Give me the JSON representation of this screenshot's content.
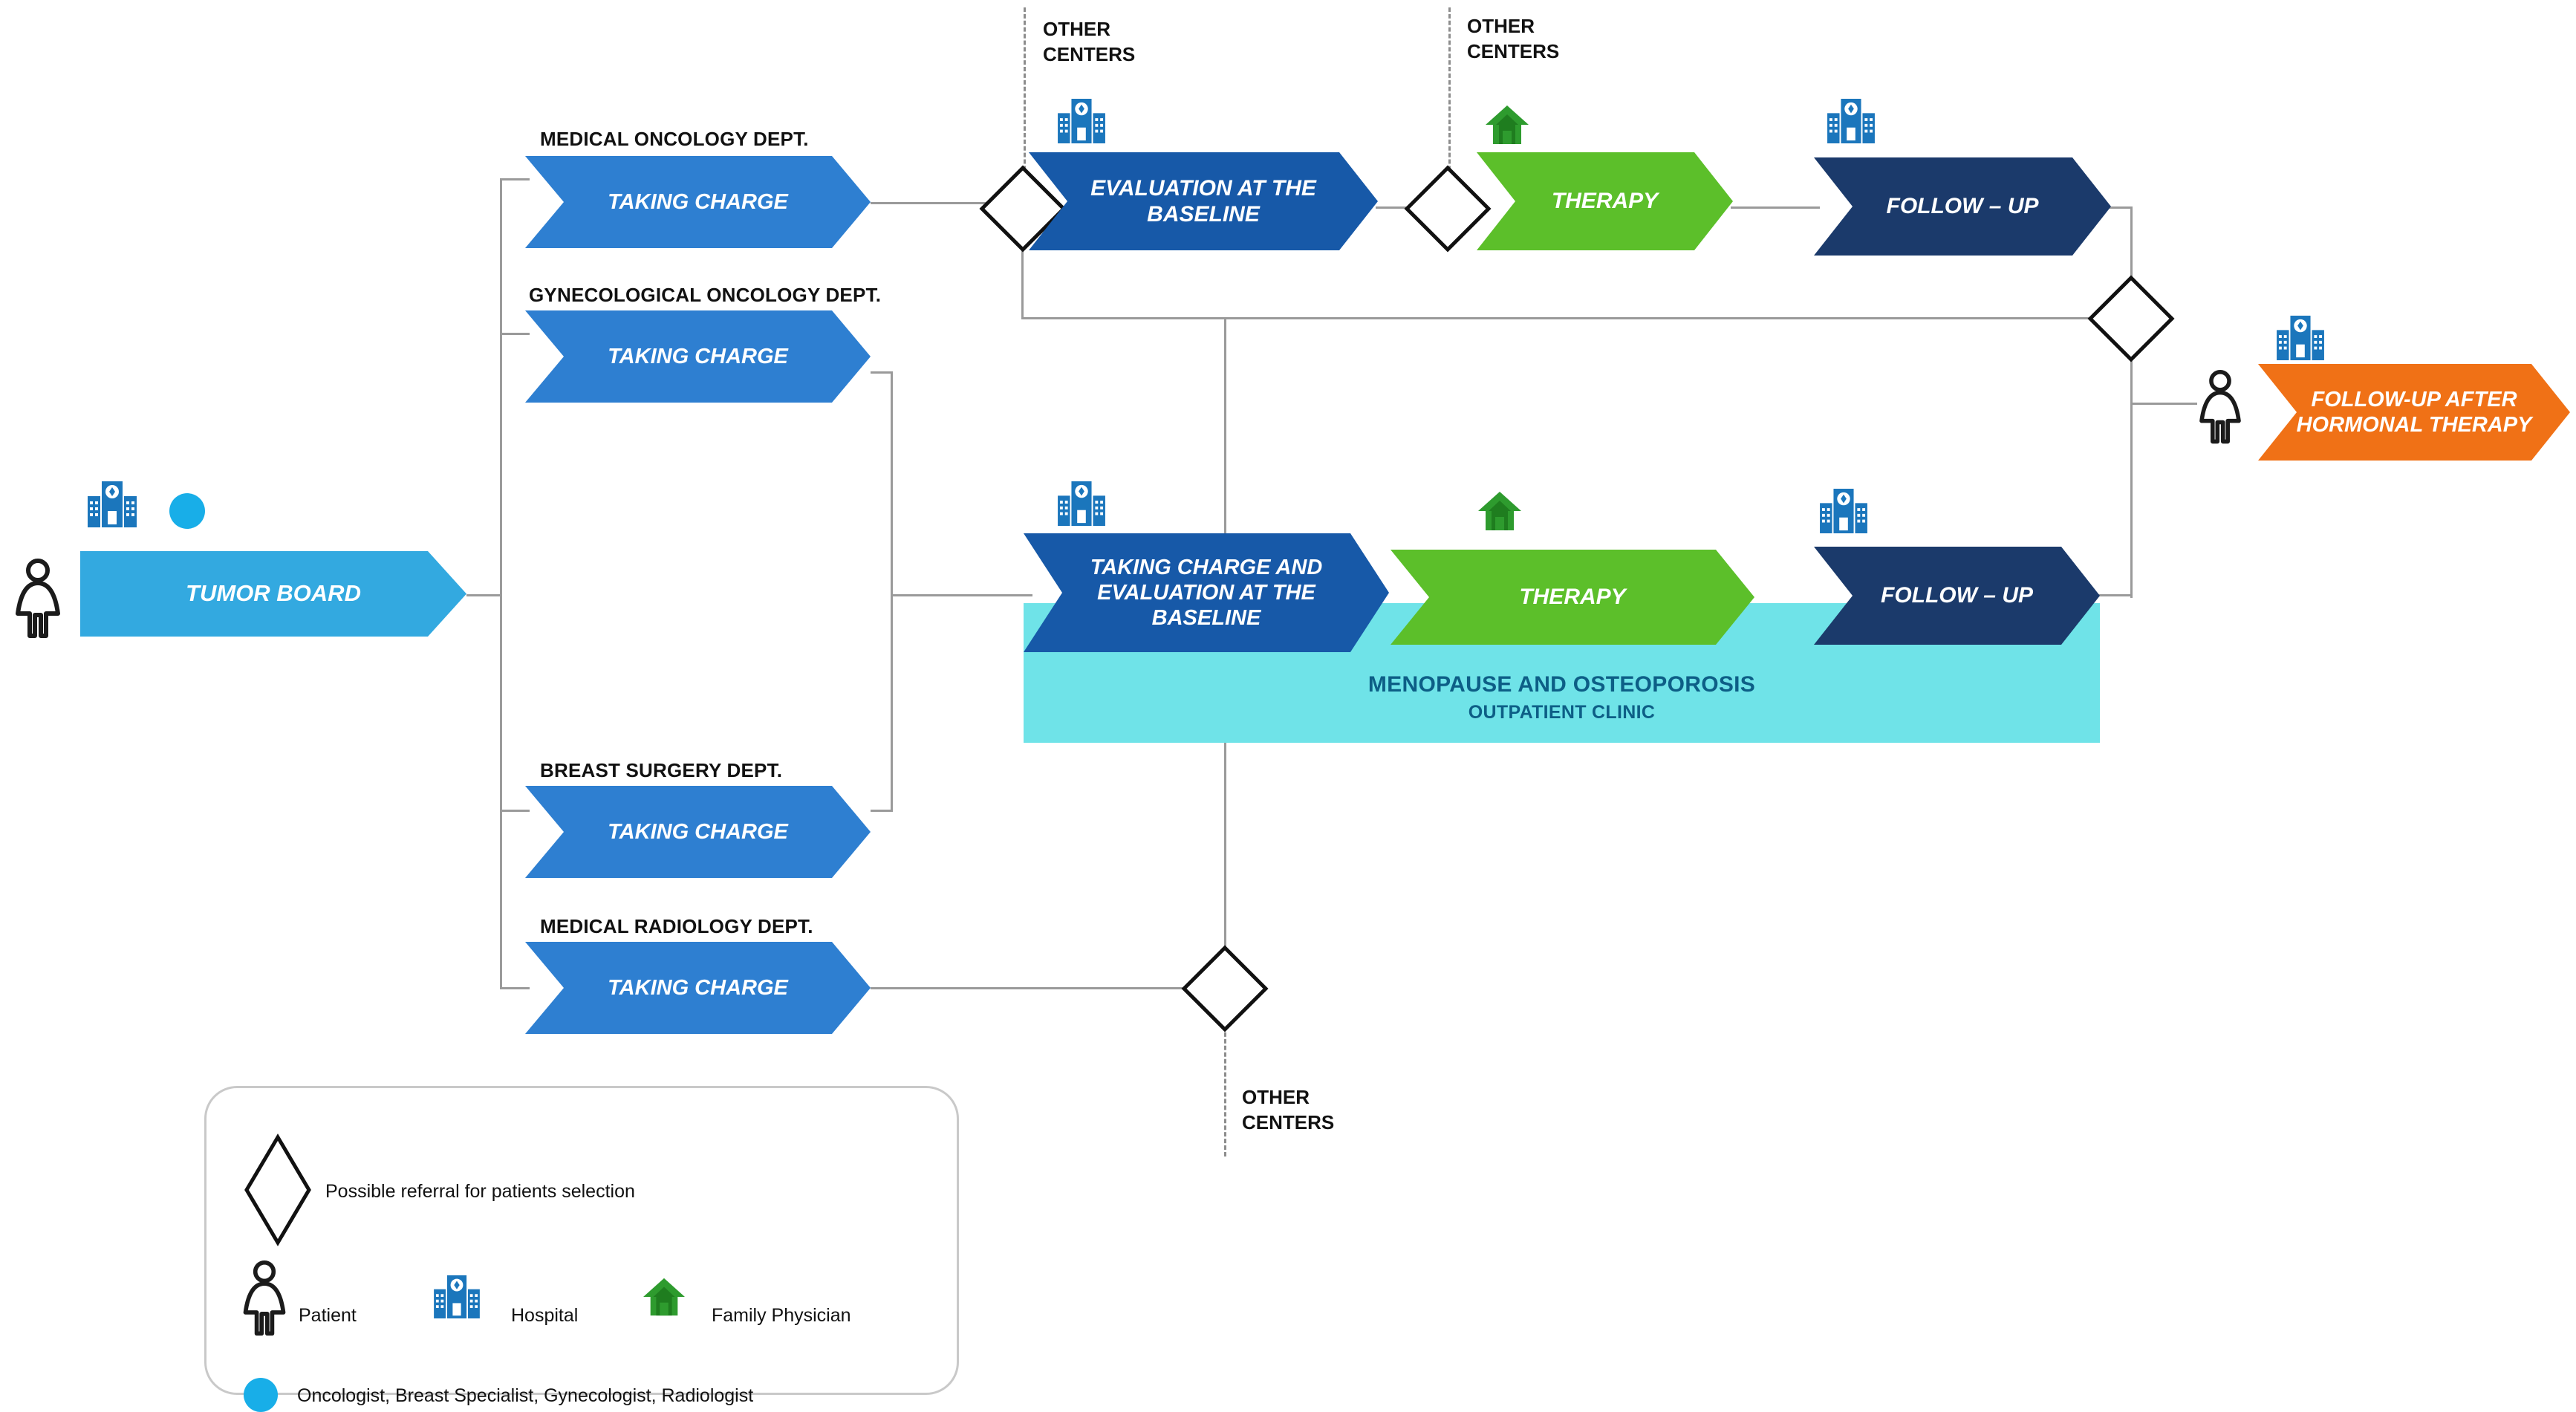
{
  "diagram": {
    "title": "Breast cancer patient care pathway flowchart",
    "colors": {
      "tumor_board": "#33A9E0",
      "department": "#2E7FD1",
      "evaluation": "#1759A8",
      "therapy": "#5CBF2A",
      "follow_up": "#1B3A6B",
      "hormonal": "#F07116",
      "band": "#6FE3E8",
      "band_text": "#0D5E86",
      "connector": "#9a9a9a",
      "dot": "#18AEE8",
      "hospital_icon": "#1B76BC",
      "house_icon": "#2E9B2E"
    },
    "entry": {
      "label": "TUMOR BOARD",
      "patient_icon": "patient-icon",
      "hospital_icon": "hospital-icon",
      "specialist_dot": "specialist-dot"
    },
    "departments": [
      {
        "label": "MEDICAL ONCOLOGY DEPT.",
        "step": "TAKING CHARGE"
      },
      {
        "label": "GYNECOLOGICAL ONCOLOGY DEPT.",
        "step": "TAKING CHARGE"
      },
      {
        "label": "BREAST SURGERY DEPT.",
        "step": "TAKING CHARGE"
      },
      {
        "label": "MEDICAL RADIOLOGY DEPT.",
        "step": "TAKING CHARGE"
      }
    ],
    "top_pathway": {
      "evaluation": "EVALUATION AT THE\nBASELINE",
      "therapy": "THERAPY",
      "follow_up": "FOLLOW – UP"
    },
    "middle_pathway": {
      "taking_charge_evaluation": "TAKING CHARGE AND\nEVALUATION AT THE\nBASELINE",
      "therapy": "THERAPY",
      "follow_up": "FOLLOW – UP",
      "band_line1": "MENOPAUSE AND OSTEOPOROSIS",
      "band_line2": "OUTPATIENT CLINIC"
    },
    "outcome": {
      "label": "FOLLOW-UP AFTER\nHORMONAL THERAPY"
    },
    "other_centers_labels": [
      "OTHER\nCENTERS",
      "OTHER\nCENTERS",
      "OTHER\nCENTERS"
    ],
    "legend": {
      "referral": "Possible referral for patients selection",
      "patient": "Patient",
      "hospital": "Hospital",
      "family_physician": "Family Physician",
      "specialists": "Oncologist, Breast Specialist, Gynecologist, Radiologist"
    }
  }
}
